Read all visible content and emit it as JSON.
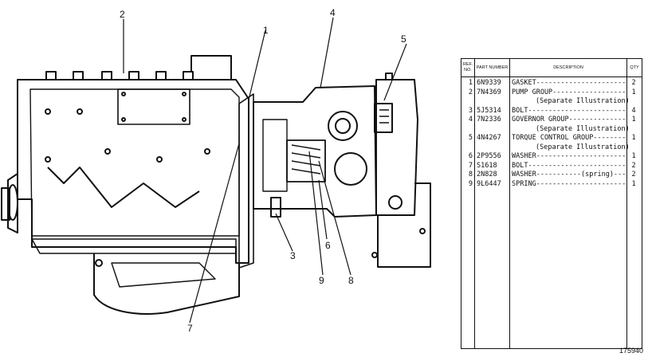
{
  "callouts": [
    "1",
    "2",
    "3",
    "4",
    "5",
    "6",
    "7",
    "8",
    "9"
  ],
  "table": {
    "headers": {
      "ref": "REF. NO.",
      "part": "PART NUMBER",
      "desc": "DESCRIPTION",
      "qty": "QTY"
    },
    "rows": [
      {
        "ref": "1",
        "part": "6N9339",
        "desc": "GASKET-----------------------------",
        "qty": "2"
      },
      {
        "ref": "2",
        "part": "7N4369",
        "desc": "PUMP GROUP-------------------------",
        "qty": "1"
      },
      {
        "ref": "",
        "part": "",
        "desc": "(Separate Illustration)",
        "qty": "",
        "sub": true
      },
      {
        "ref": "3",
        "part": "5J5314",
        "desc": "BOLT-------------------------------",
        "qty": "4"
      },
      {
        "ref": "4",
        "part": "7N2336",
        "desc": "GOVERNOR GROUP---------------------",
        "qty": "1"
      },
      {
        "ref": "",
        "part": "",
        "desc": "(Separate Illustration)",
        "qty": "",
        "sub": true
      },
      {
        "ref": "5",
        "part": "4N4267",
        "desc": "TORQUE CONTROL GROUP---------------",
        "qty": "1"
      },
      {
        "ref": "",
        "part": "",
        "desc": "(Separate Illustration)",
        "qty": "",
        "sub": true
      },
      {
        "ref": "6",
        "part": "2P9556",
        "desc": "WASHER-----------------------------",
        "qty": "1"
      },
      {
        "ref": "7",
        "part": "S1618",
        "desc": "BOLT-------------------------------",
        "qty": "2"
      },
      {
        "ref": "8",
        "part": "2N828",
        "desc": "WASHER-----------(spring)----------",
        "qty": "2"
      },
      {
        "ref": "9",
        "part": "9L6447",
        "desc": "SPRING-----------------------------",
        "qty": "1"
      }
    ]
  },
  "drawing_number": "175940"
}
